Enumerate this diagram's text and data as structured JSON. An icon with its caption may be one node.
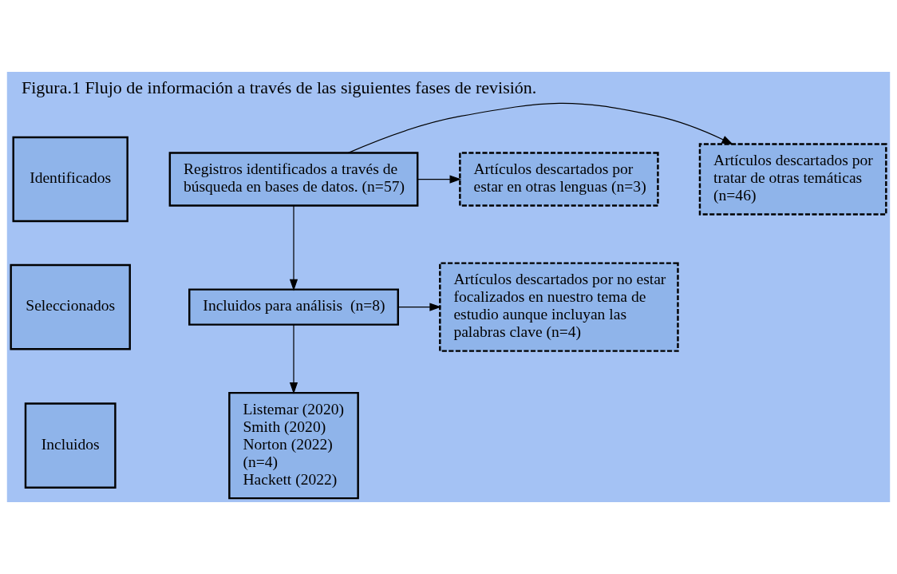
{
  "diagram": {
    "title": "Figura.1 Flujo de información a través de las siguientes fases de revisión.",
    "nodes": [
      {
        "text": [
          "Identificados"
        ]
      },
      {
        "text": [
          "Seleccionados"
        ]
      },
      {
        "text": [
          "Incluidos"
        ]
      },
      {
        "text": [
          "Registros identificados a través de búsqueda en bases de datos. (n=57)"
        ]
      },
      {
        "text": [
          "Artículos descartados por tratar de otras temáticas (n=46)"
        ]
      },
      {
        "text": [
          "Artículos descartados por estar en otras lenguas (n=3)"
        ]
      },
      {
        "text": [
          "Incluidos para análisis  (n=8)"
        ]
      },
      {
        "text": [
          "Artículos descartados por no estar focalizados en nuestro tema de estudio aunque incluyan las palabras clave (n=4)"
        ]
      },
      {
        "text": [
          "Listemar (2020)",
          "Smith (2020)",
          "Norton (2022)",
          "(n=4)",
          "Hackett (2022)"
        ]
      }
    ],
    "edges": [
      {
        "from": 3,
        "to": 4,
        "arrow": "to"
      },
      {
        "from": 3,
        "to": 5,
        "arrow": "to"
      },
      {
        "from": 3,
        "to": 6,
        "arrow": "to"
      },
      {
        "from": 6,
        "to": 7,
        "arrow": "to"
      },
      {
        "from": 6,
        "to": 8,
        "arrow": "to"
      }
    ]
  }
}
